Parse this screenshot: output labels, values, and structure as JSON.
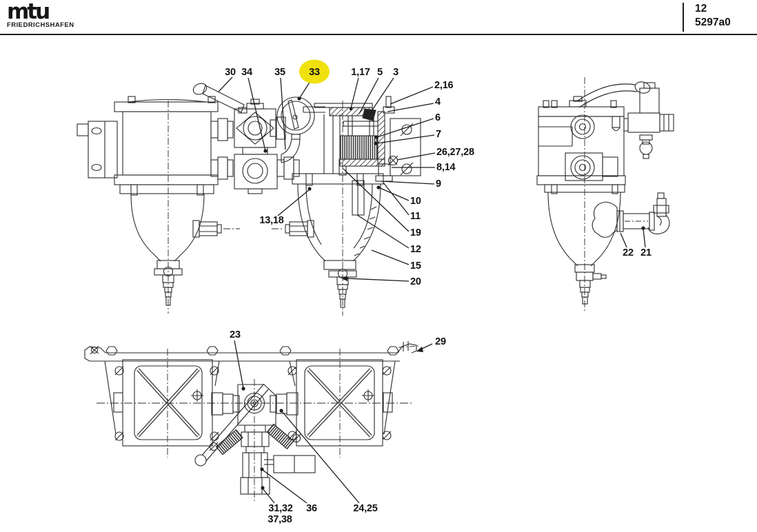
{
  "header": {
    "brand": "mtu",
    "brand_subtitle": "FRIEDRICHSHAFEN",
    "page_number": "12",
    "figure_code": "5297a0"
  },
  "diagram": {
    "highlighted_callout": "33",
    "highlight_color": "#F0E10E",
    "callouts": {
      "main": [
        "30",
        "34",
        "35",
        "33",
        "1,17",
        "5",
        "3",
        "2,16",
        "4",
        "6",
        "7",
        "26,27,28",
        "8,14",
        "9",
        "10",
        "11",
        "19",
        "12",
        "15",
        "20",
        "13,18"
      ],
      "side": [
        "22",
        "21"
      ],
      "bottom": [
        "23",
        "29",
        "31,32",
        "37,38",
        "36",
        "24,25"
      ]
    }
  }
}
